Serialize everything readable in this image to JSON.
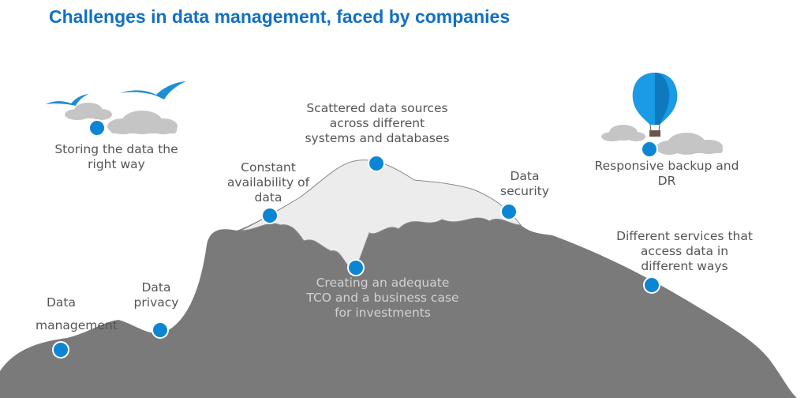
{
  "title": "Challenges in data management, faced by companies",
  "colors": {
    "title": "#1170c4",
    "accent_dot": "#0c86d4",
    "mountain": "#7a7a7a",
    "snow": "#ececec",
    "cloud": "#c5c5c5",
    "balloon": "#1a9be3",
    "label_text": "#555555"
  },
  "icons": [
    "bird-icon",
    "cloud-icon",
    "hot-air-balloon-icon"
  ],
  "challenges": {
    "storing": "Storing the data the\nright way",
    "scattered": "Scattered data sources\nacross different\nsystems and databases",
    "availability": "Constant\navailability of\ndata",
    "security": "Data\nsecurity",
    "backup": "Responsive backup and\nDR",
    "services": "Different services that\naccess data in\ndifferent ways",
    "tco": "Creating an adequate\nTCO and a business case\nfor investments",
    "privacy": "Data\nprivacy",
    "management_line1": "Data",
    "management_line2": "management"
  }
}
